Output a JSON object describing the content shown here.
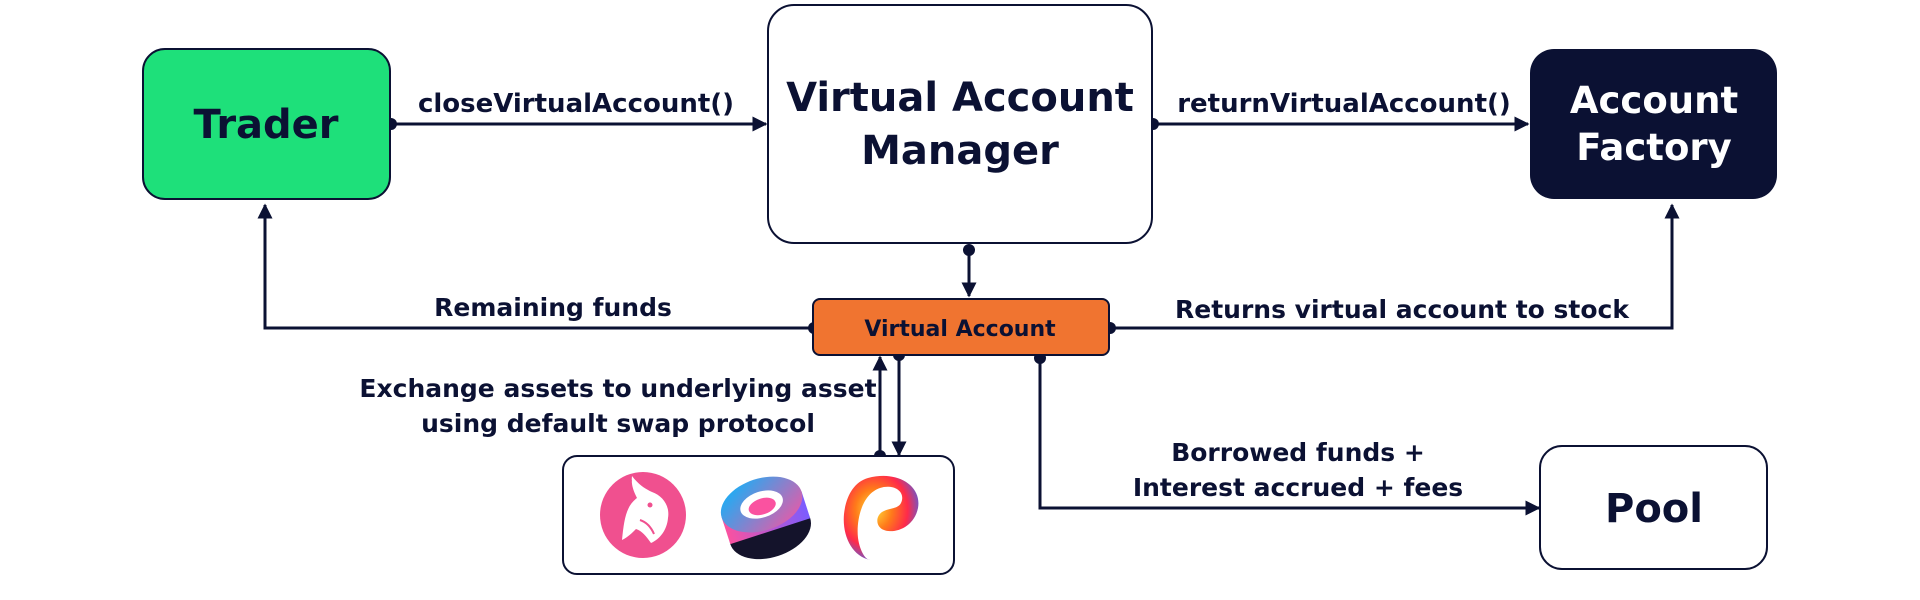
{
  "nodes": {
    "trader": {
      "label": "Trader"
    },
    "manager": {
      "label_line1": "Virtual Account",
      "label_line2": "Manager"
    },
    "factory": {
      "label_line1": "Account",
      "label_line2": "Factory"
    },
    "virtual_account": {
      "label": "Virtual Account"
    },
    "pool": {
      "label": "Pool"
    },
    "swap_protocols": {
      "icons": [
        "uniswap-icon",
        "sushiswap-icon",
        "curve-icon"
      ]
    }
  },
  "edges": {
    "close_virtual_account": "closeVirtualAccount()",
    "return_virtual_account": "returnVirtualAccount()",
    "remaining_funds": "Remaining funds",
    "returns_to_stock": "Returns virtual account to stock",
    "exchange_line1": "Exchange assets to underlying asset",
    "exchange_line2": "using default swap protocol",
    "borrowed_line1": "Borrowed funds +",
    "borrowed_line2": "Interest accrued + fees"
  },
  "colors": {
    "ink": "#0b1133",
    "trader_fill": "#1ee07a",
    "factory_fill": "#0b1133",
    "virtual_account_fill": "#f07430",
    "white": "#ffffff"
  }
}
